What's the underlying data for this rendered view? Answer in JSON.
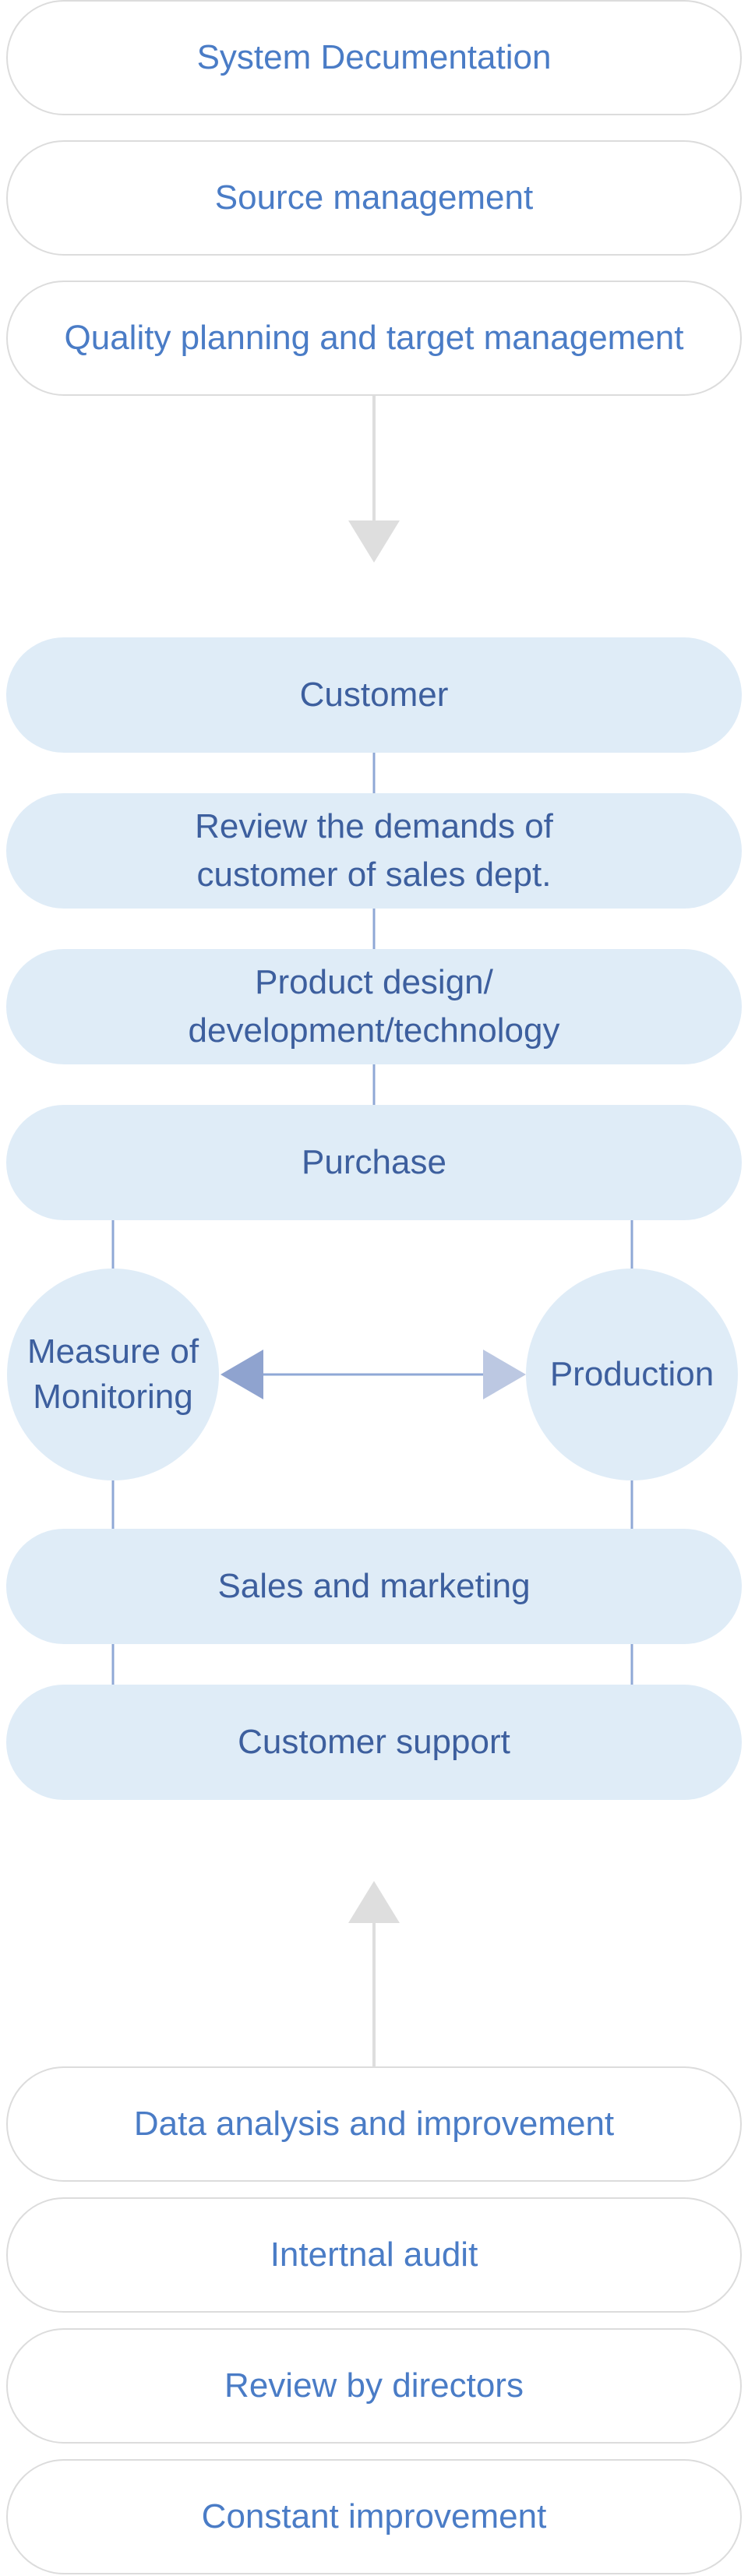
{
  "top_items": [
    "System Decumentation",
    "Source management",
    "Quality planning and target management"
  ],
  "process_steps": {
    "customer": "Customer",
    "review": "Review the demands of customer of sales dept.",
    "design": "Product design/ development/technology",
    "purchase": "Purchase",
    "measure": "Measure of Monitoring",
    "production": "Production",
    "sales": "Sales and marketing",
    "support": "Customer support"
  },
  "bottom_items": [
    "Data analysis and improvement",
    "Intertnal audit",
    "Review by directors",
    "Constant improvement"
  ],
  "colors": {
    "outline_text": "#4a7cc6",
    "filled_bg": "#dfecf7",
    "filled_text": "#3d5f9e",
    "connector": "#8fa8d6",
    "big_arrow": "#dedede"
  }
}
